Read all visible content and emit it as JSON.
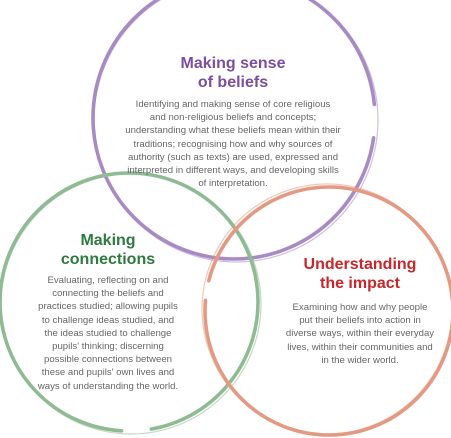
{
  "colors": {
    "beliefs": "#a98bc4",
    "connections": "#8fbb93",
    "impact": "#e49a82",
    "beliefs_title": "#7b4ea3",
    "connections_title": "#2f7a40",
    "impact_title": "#c8262b",
    "body_text": "#666666"
  },
  "beliefs": {
    "title_lines": [
      "Making sense",
      "of beliefs"
    ],
    "body_lines": [
      "Identifying and making sense of core religious",
      "and non-religious beliefs and concepts;",
      "understanding what these beliefs mean within their",
      "traditions; recognising how and why sources of",
      "authority (such as texts) are used, expressed and",
      "interpreted in different ways, and developing skills",
      "of interpretation."
    ]
  },
  "connections": {
    "title_lines": [
      "Making",
      "connections"
    ],
    "body_lines": [
      "Evaluating, reflecting on and",
      "connecting the beliefs and",
      "practices studied; allowing pupils",
      "to challenge ideas studied, and",
      "the ideas studied to challenge",
      "pupils' thinking; discerning",
      "possible connections between",
      "these and pupils' own lives and",
      "ways of understanding the world."
    ]
  },
  "impact": {
    "title_lines": [
      "Understanding",
      "the impact"
    ],
    "body_lines": [
      "Examining how and why people",
      "put their beliefs into action in",
      "diverse ways, within their everyday",
      "lives, within their communities and",
      "in the wider world."
    ]
  }
}
